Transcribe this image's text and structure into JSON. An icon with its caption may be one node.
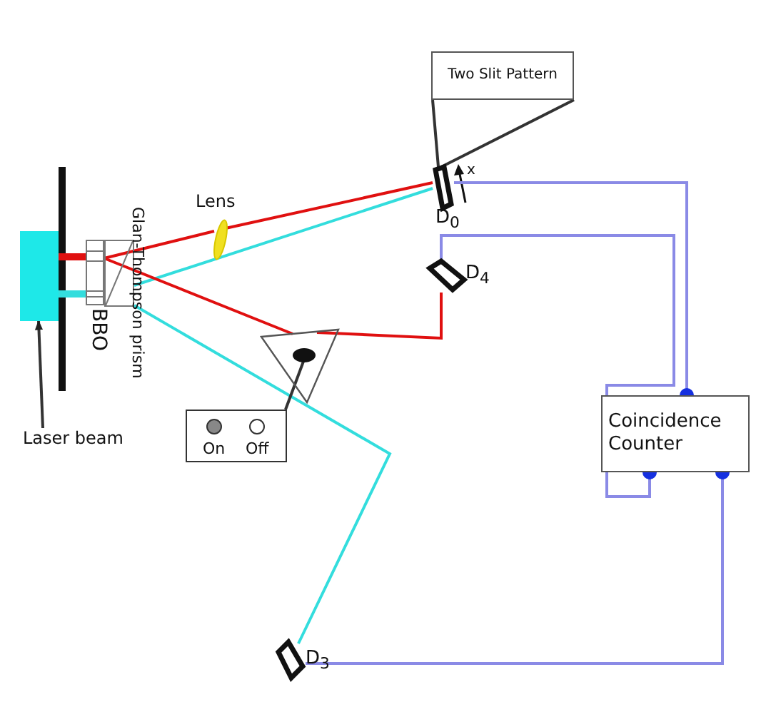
{
  "diagram": {
    "nodes": [
      {
        "text": [
          "Two Slit Pattern"
        ]
      },
      {
        "text": [],
        "shape": "parallelogram",
        "beside": [
          "D$_{0}$"
        ]
      },
      {
        "text": [],
        "shape": "parallelogram",
        "beside": [
          "D$_{4}$"
        ]
      },
      {
        "text": [],
        "shape": "box"
      },
      {
        "text": [],
        "shape": "box",
        "beside": [
          "BBO"
        ]
      },
      {
        "text": [],
        "shape": "box",
        "beside": [
          "Glan-Thompson prism"
        ]
      },
      {
        "text": [],
        "shape": "ellipse",
        "beside": [
          "Lens"
        ]
      },
      {
        "text": [],
        "shape": "triangle"
      },
      {
        "text": [
          "On",
          "Off"
        ]
      },
      {
        "text": [
          "Laser beam"
        ]
      },
      {
        "text": [
          "Coincidence Counter"
        ]
      },
      {
        "text": [],
        "shape": "parallelogram",
        "beside": [
          "D$_{3}$"
        ]
      }
    ],
    "edges": [
      {
        "from": 0,
        "to": 1,
        "arrow": "none",
        "color": "#333333"
      },
      {
        "from": 3,
        "to": 4,
        "arrow": "none",
        "style": "thick",
        "color": "#e01010"
      },
      {
        "from": 3,
        "to": 4,
        "arrow": "none",
        "style": "thick",
        "color": "#33dddd"
      },
      {
        "from": 5,
        "to": 6,
        "arrow": "none",
        "color": "#e01010"
      },
      {
        "from": 6,
        "to": 1,
        "arrow": "none",
        "color": "#e01010"
      },
      {
        "from": 5,
        "to": 1,
        "arrow": "none",
        "color": "#33dddd"
      },
      {
        "from": 5,
        "to": 7,
        "arrow": "none",
        "color": "#e01010"
      },
      {
        "from": 7,
        "to": 2,
        "arrow": "none",
        "color": "#e01010"
      },
      {
        "from": 5,
        "to": 11,
        "arrow": "none",
        "color": "#33dddd"
      },
      {
        "from": 1,
        "to": 10,
        "arrow": "other",
        "color": "#8a8ae6"
      },
      {
        "from": 2,
        "to": 10,
        "arrow": "other",
        "color": "#8a8ae6"
      },
      {
        "from": 11,
        "to": 10,
        "arrow": "other",
        "color": "#8a8ae6"
      },
      {
        "from": 7,
        "to": 8,
        "arrow": "none",
        "color": "#333333"
      },
      {
        "from": 9,
        "to": 3,
        "arrow": "to",
        "color": "#333333"
      }
    ],
    "labels": [
      "x"
    ]
  }
}
